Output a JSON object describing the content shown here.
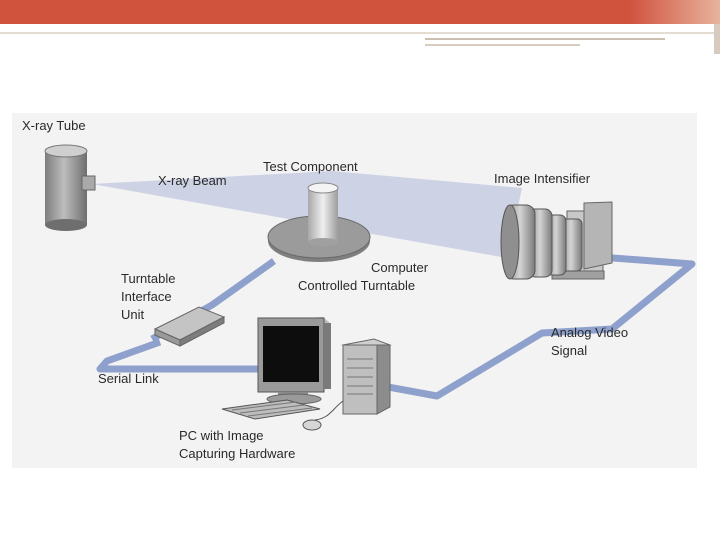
{
  "labels": {
    "xray_tube": "X-ray Tube",
    "xray_beam": "X-ray Beam",
    "test_component": "Test Component",
    "image_intensifier": "Image Intensifier",
    "turntable_1": "Computer",
    "turntable_2": "Controlled Turntable",
    "interface_1": "Turntable",
    "interface_2": "Interface",
    "interface_3": "Unit",
    "video_1": "Analog Video",
    "video_2": "Signal",
    "serial_link": "Serial Link",
    "pc_1": "PC with Image",
    "pc_2": "Capturing Hardware"
  },
  "colors": {
    "header_bar": "#d0533e",
    "cable": "#8ea0cc",
    "beam": "#c7cbe2",
    "device_gray": "#9a9a9a",
    "diagram_background": "#f3f3f3"
  },
  "icons": {
    "xray_tube": "cylinder-tube-icon",
    "test_component": "cylinder-part-icon",
    "turntable": "disc-turntable-icon",
    "image_intensifier": "camera-intensifier-icon",
    "interface_unit": "box-device-icon",
    "monitor": "crt-monitor-icon",
    "tower": "pc-tower-icon",
    "keyboard": "keyboard-icon",
    "mouse": "mouse-icon"
  }
}
